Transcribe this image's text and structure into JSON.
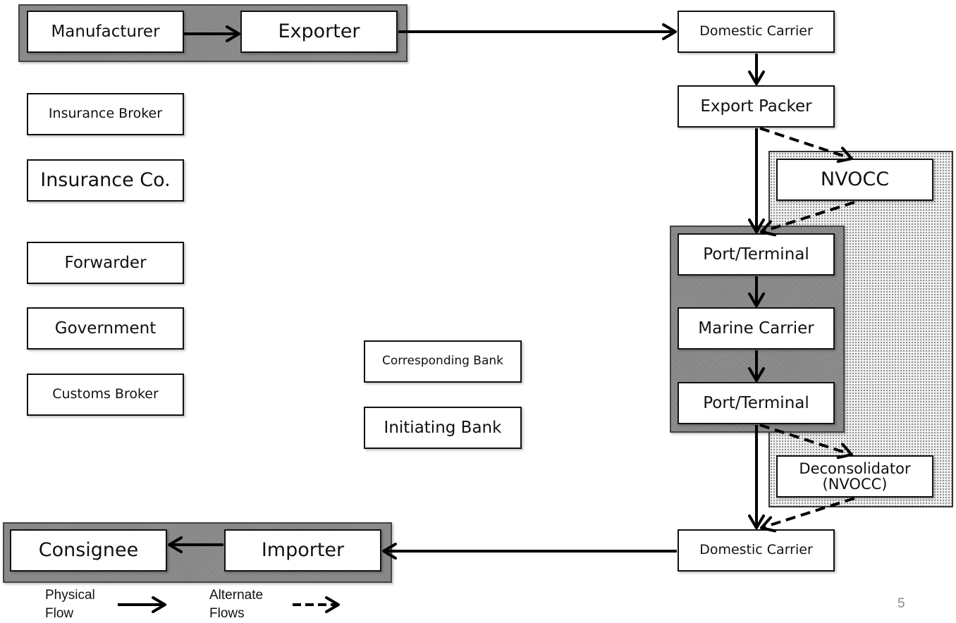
{
  "diagram": {
    "nodes": {
      "manufacturer": "Manufacturer",
      "exporter": "Exporter",
      "domestic_carrier_origin": "Domestic Carrier",
      "export_packer": "Export Packer",
      "nvocc": "NVOCC",
      "port_terminal_origin": "Port/Terminal",
      "marine_carrier": "Marine Carrier",
      "port_terminal_destination": "Port/Terminal",
      "deconsolidator_line1": "Deconsolidator",
      "deconsolidator_line2": "(NVOCC)",
      "domestic_carrier_destination": "Domestic Carrier",
      "importer": "Importer",
      "consignee": "Consignee",
      "insurance_broker": "Insurance Broker",
      "insurance_co": "Insurance Co.",
      "forwarder": "Forwarder",
      "government": "Government",
      "customs_broker": "Customs Broker",
      "corresponding_bank": "Corresponding Bank",
      "initiating_bank": "Initiating Bank"
    },
    "edges": [
      {
        "from": "manufacturer",
        "to": "exporter",
        "type": "physical"
      },
      {
        "from": "exporter",
        "to": "domestic_carrier_origin",
        "type": "physical"
      },
      {
        "from": "domestic_carrier_origin",
        "to": "export_packer",
        "type": "physical"
      },
      {
        "from": "export_packer",
        "to": "port_terminal_origin",
        "type": "physical"
      },
      {
        "from": "export_packer",
        "to": "nvocc",
        "type": "alternate"
      },
      {
        "from": "nvocc",
        "to": "port_terminal_origin",
        "type": "alternate"
      },
      {
        "from": "port_terminal_origin",
        "to": "marine_carrier",
        "type": "physical"
      },
      {
        "from": "marine_carrier",
        "to": "port_terminal_destination",
        "type": "physical"
      },
      {
        "from": "port_terminal_destination",
        "to": "domestic_carrier_destination",
        "type": "physical"
      },
      {
        "from": "port_terminal_destination",
        "to": "deconsolidator",
        "type": "alternate"
      },
      {
        "from": "deconsolidator",
        "to": "domestic_carrier_destination",
        "type": "alternate"
      },
      {
        "from": "domestic_carrier_destination",
        "to": "importer",
        "type": "physical"
      },
      {
        "from": "importer",
        "to": "consignee",
        "type": "physical"
      }
    ]
  },
  "legend": {
    "physical_line1": "Physical",
    "physical_line2": "Flow",
    "alternate_line1": "Alternate",
    "alternate_line2": "Flows"
  },
  "page_number": "5"
}
